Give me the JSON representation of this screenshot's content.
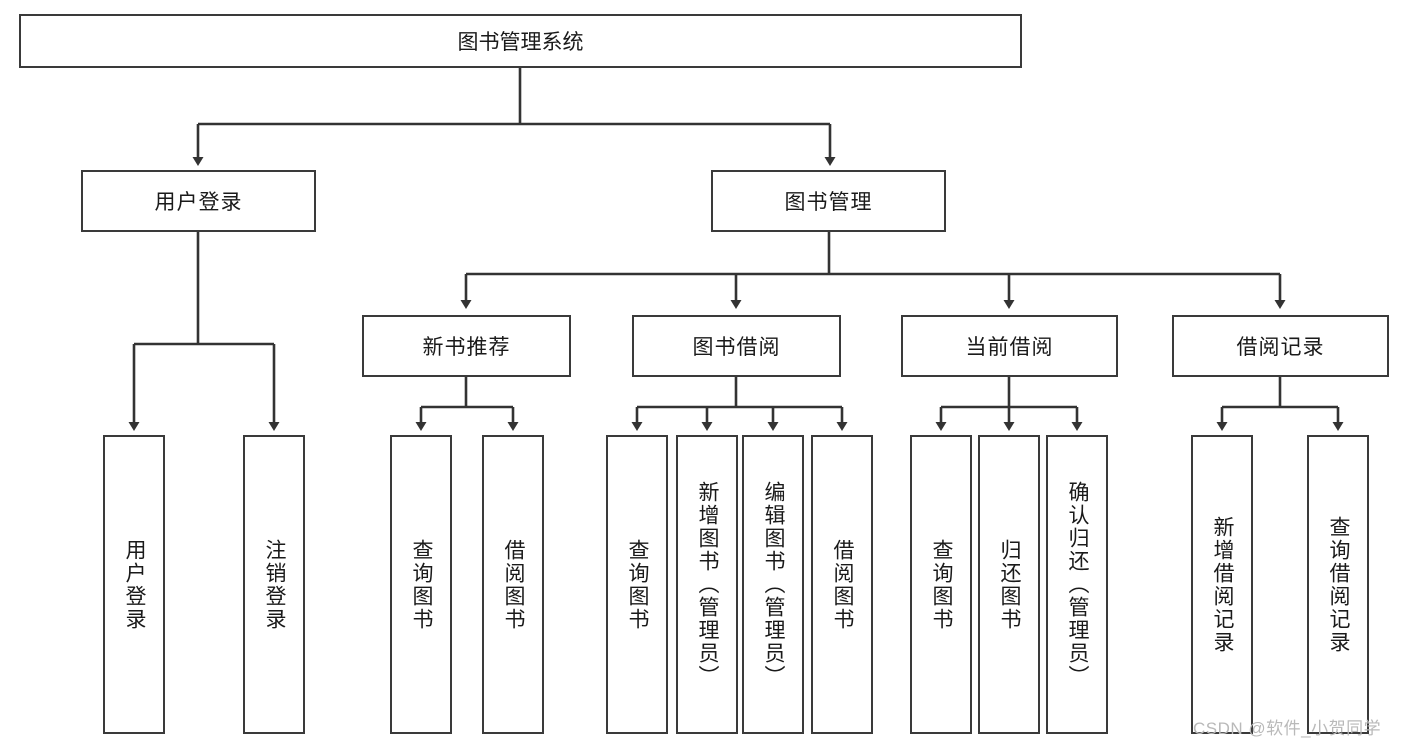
{
  "diagram": {
    "title": "图书管理系统",
    "type": "tree-hierarchy",
    "nodes": {
      "root": {
        "label": "图书管理系统"
      },
      "level1": [
        {
          "id": "user-login",
          "label": "用户登录"
        },
        {
          "id": "book-manage",
          "label": "图书管理"
        }
      ],
      "level2": [
        {
          "id": "new-book-recommend",
          "label": "新书推荐"
        },
        {
          "id": "book-borrow",
          "label": "图书借阅"
        },
        {
          "id": "current-borrow",
          "label": "当前借阅"
        },
        {
          "id": "borrow-record",
          "label": "借阅记录"
        }
      ],
      "leaves": [
        {
          "id": "leaf-user-login",
          "label": "用户登录",
          "parent": "user-login"
        },
        {
          "id": "leaf-logout-login",
          "label": "注销登录",
          "parent": "user-login"
        },
        {
          "id": "leaf-query-book-1",
          "label": "查询图书",
          "parent": "new-book-recommend"
        },
        {
          "id": "leaf-borrow-book-1",
          "label": "借阅图书",
          "parent": "new-book-recommend"
        },
        {
          "id": "leaf-query-book-2",
          "label": "查询图书",
          "parent": "book-borrow"
        },
        {
          "id": "leaf-add-book",
          "label": "新增图书（管理员）",
          "parent": "book-borrow"
        },
        {
          "id": "leaf-edit-book",
          "label": "编辑图书（管理员）",
          "parent": "book-borrow"
        },
        {
          "id": "leaf-borrow-book-2",
          "label": "借阅图书",
          "parent": "book-borrow"
        },
        {
          "id": "leaf-query-book-3",
          "label": "查询图书",
          "parent": "current-borrow"
        },
        {
          "id": "leaf-return-book",
          "label": "归还图书",
          "parent": "current-borrow"
        },
        {
          "id": "leaf-confirm-return",
          "label": "确认归还（管理员）",
          "parent": "current-borrow"
        },
        {
          "id": "leaf-add-record",
          "label": "新增借阅记录",
          "parent": "borrow-record"
        },
        {
          "id": "leaf-query-record",
          "label": "查询借阅记录",
          "parent": "borrow-record"
        }
      ]
    },
    "colors": {
      "border": "#3a3a3a",
      "background": "#ffffff",
      "text": "#1a1a1a",
      "watermark": "#b9b9b9"
    }
  },
  "watermark": {
    "text": "CSDN @软件_小贺同学"
  }
}
